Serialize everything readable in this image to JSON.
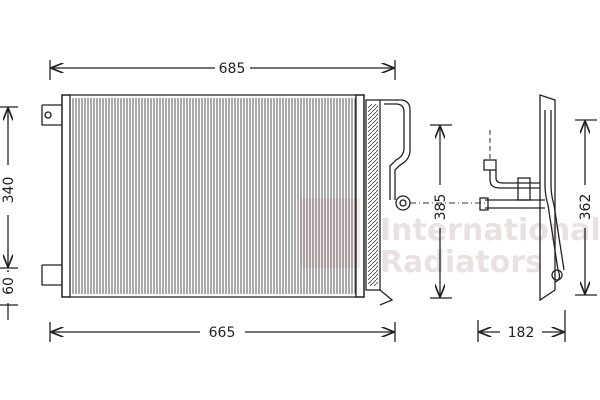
{
  "dimensions": {
    "top_width": "685",
    "bottom_width": "665",
    "left_height": "340",
    "left_bottom": "60",
    "side_height": "385",
    "bracket_height": "362",
    "depth": "182"
  },
  "watermark": {
    "line1": "International",
    "line2": "Radiators"
  }
}
